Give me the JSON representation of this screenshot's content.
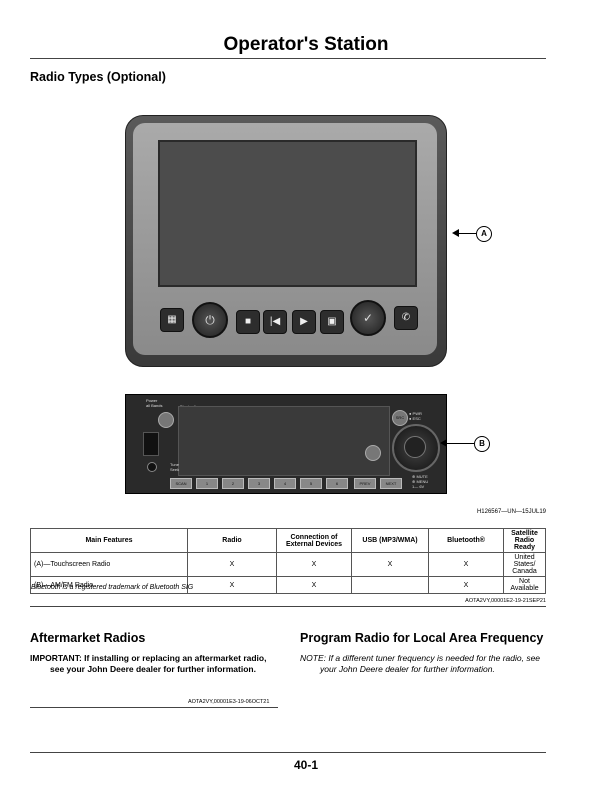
{
  "page": {
    "title": "Operator's Station",
    "page_number": "40-1"
  },
  "radio_types": {
    "heading": "Radio Types (Optional)",
    "callout_a": "A",
    "callout_b": "B",
    "figure_id": "H126567—UN—15JUL19",
    "touchscreen": {
      "buttons": [
        "grid-icon",
        "power-knob",
        "camera-icon",
        "previous-icon",
        "next-icon",
        "source-icon",
        "select-knob",
        "voice-icon"
      ]
    },
    "am_fm": {
      "power_label": "Power\nall Bands",
      "bluetooth_label": "Bluetooth",
      "tune_label": "Tune\nSeek",
      "src_label": "SRC",
      "pwr_label": "● PWR\n● ESC",
      "bottom_right_label": "⊕ MUTE\n⊕ MENU\n1— 6V",
      "presets": [
        "SCAN",
        "1",
        "2",
        "3",
        "4",
        "5",
        "6",
        "PREV",
        "NEXT"
      ],
      "preset_sublabels": [
        "",
        "",
        "▶II",
        "",
        "RPT",
        "RDM",
        "",
        "",
        ""
      ]
    },
    "table": {
      "headers": [
        "Main Features",
        "Radio",
        "Connection of External Devices",
        "USB (MP3/WMA)",
        "Bluetooth®",
        "Satellite Radio Ready"
      ],
      "rows": [
        [
          "(A)—Touchscreen Radio",
          "X",
          "X",
          "X",
          "X",
          "United States/ Canada"
        ],
        [
          "(B)—AM/FM Radio",
          "X",
          "X",
          "",
          "X",
          "Not Available"
        ]
      ]
    },
    "trademark_note": "Bluetooth is a registered trademark of Bluetooth SIG",
    "code": "AOTA2VY,00001E2-19-21SEP21"
  },
  "aftermarket": {
    "heading": "Aftermarket Radios",
    "important": "IMPORTANT: If installing or replacing an aftermarket radio, see your John Deere dealer for further information.",
    "code": "AOTA2VY,00001E3-19-06OCT21"
  },
  "program": {
    "heading": "Program Radio for Local Area Frequency",
    "note": "NOTE: If a different tuner frequency is needed for the radio, see your John Deere dealer for further information."
  }
}
